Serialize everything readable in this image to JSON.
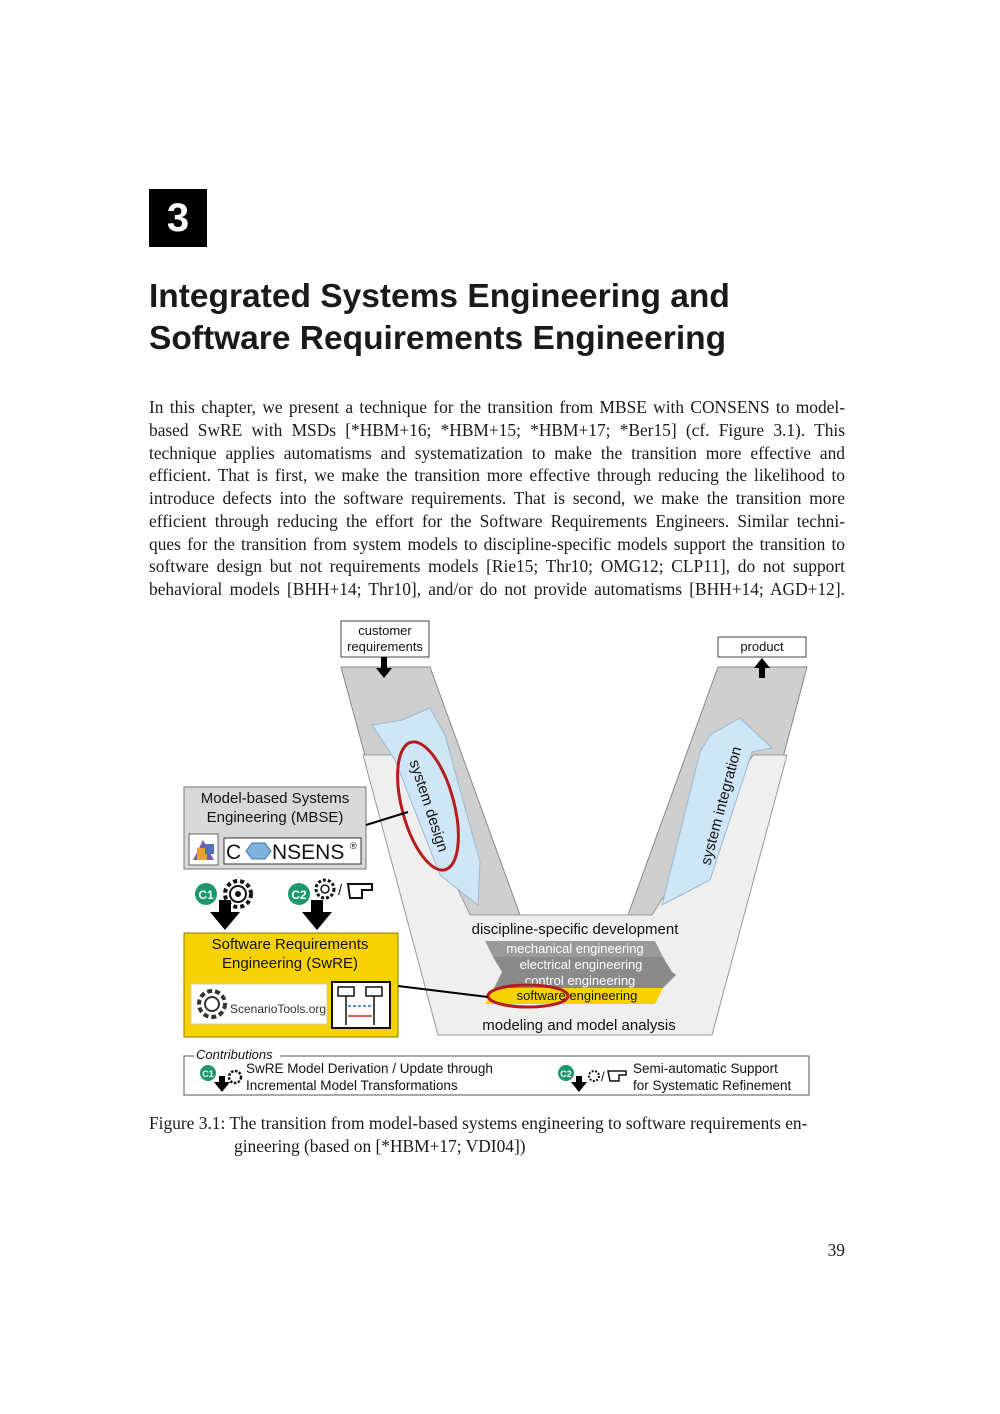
{
  "chapter": {
    "number": "3",
    "title_line1": "Integrated Systems Engineering and",
    "title_line2": "Software Requirements Engineering"
  },
  "body_lines": [
    "In this chapter, we present a technique for the transition from MBSE with CONSENS to model-",
    "based SwRE with MSDs [*HBM+16; *HBM+15; *HBM+17; *Ber15] (cf. Figure 3.1). This",
    "technique applies automatisms and systematization to make the transition more effective and",
    "efficient. That is first, we make the transition more effective through reducing the likelihood to",
    "introduce defects into the software requirements. That is second, we make the transition more",
    "efficient through reducing the effort for the Software Requirements Engineers. Similar techni-",
    "ques for the transition from system models to discipline-specific models support the transition to",
    "software design but not requirements models [Rie15; Thr10; OMG12; CLP11], do not support",
    "behavioral models [BHH+14; Thr10], and/or do not provide automatisms [BHH+14; AGD+12]."
  ],
  "figure": {
    "customer_requirements_l1": "customer",
    "customer_requirements_l2": "requirements",
    "product": "product",
    "system_design": "system design",
    "system_integration": "system integration",
    "mbse_l1": "Model-based Systems",
    "mbse_l2": "Engineering (MBSE)",
    "consens_logo": "CONSENS",
    "swre_l1": "Software Requirements",
    "swre_l2": "Engineering (SwRE)",
    "scenariotools_logo": "ScenarioTools.org",
    "discipline_specific": "discipline-specific development",
    "disciplines": [
      "mechanical engineering",
      "electrical engineering",
      "control engineering",
      "software engineering"
    ],
    "modeling": "modeling and model analysis",
    "c1": "C1",
    "c2": "C2",
    "contributions_title": "Contributions",
    "contrib_c1_l1": "SwRE Model Derivation / Update through",
    "contrib_c1_l2": "Incremental Model Transformations",
    "contrib_c2_l1": "Semi-automatic Support",
    "contrib_c2_l2": "for Systematic Refinement",
    "slash": "/",
    "colors": {
      "swre_yellow": "#f6d300",
      "green": "#1a9870",
      "red_ellipse": "#b71c1c",
      "light_blue": "#cfe6f6",
      "v_gray": "#d8d8d8"
    }
  },
  "caption": {
    "line1": "Figure 3.1: The transition from model-based systems engineering to software requirements en-",
    "line2": "gineering (based on [*HBM+17; VDI04])"
  },
  "page_number": "39"
}
